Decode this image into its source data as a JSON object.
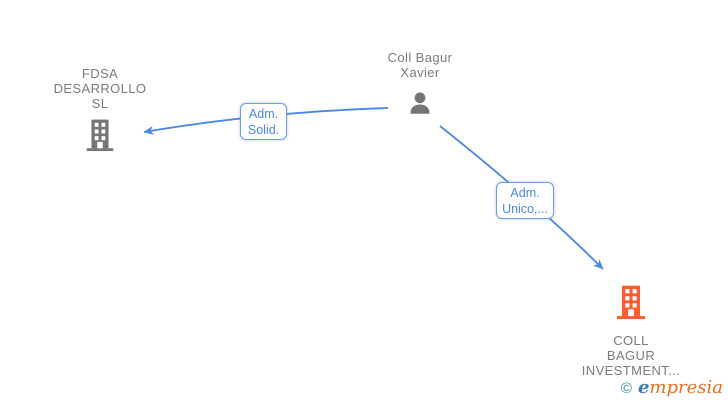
{
  "diagram": {
    "person": {
      "line1": "Coll Bagur",
      "line2": "Xavier"
    },
    "company_left": {
      "line1": "FDSA",
      "line2": "DESARROLLO",
      "line3": "SL"
    },
    "company_right": {
      "line1": "COLL",
      "line2": "BAGUR",
      "line3": "INVESTMENT..."
    },
    "edge_left_label": {
      "line1": "Adm.",
      "line2": "Solid."
    },
    "edge_right_label": {
      "line1": "Adm.",
      "line2": "Unico,..."
    }
  },
  "watermark": {
    "symbol": "©",
    "brand_initial": "e",
    "brand_rest": "mpresia"
  },
  "colors": {
    "edge_blue": "#4a86e8",
    "label_border_blue": "#6d9eeb",
    "node_text_gray": "#7b7b7b",
    "icon_gray": "#757575",
    "company_orange": "#ff5c30",
    "watermark_teal": "#2f8f9e",
    "watermark_blue": "#3e7bbe",
    "watermark_orange": "#e96f1f"
  }
}
